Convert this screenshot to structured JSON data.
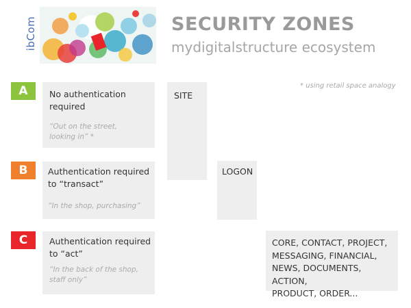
{
  "brand": {
    "text": "ibCom"
  },
  "header": {
    "title": "SECURITY ZONES",
    "subtitle": "mydigitalstructure ecosystem"
  },
  "note": "* using retail space analogy",
  "zones": [
    {
      "letter": "A",
      "line1": "No authentication",
      "line2": "required",
      "quote1": "“Out on the street,",
      "quote2": "looking in” *",
      "color": "#8dc43e"
    },
    {
      "letter": "B",
      "line1": "Authentication required",
      "line2": "to “transact”",
      "quote1": "“In the shop, purchasing”",
      "quote2": "",
      "color": "#f07f2e"
    },
    {
      "letter": "C",
      "line1": "Authentication required",
      "line2": "to “act”",
      "quote1": "“In the back of the shop,",
      "quote2": "staff only”",
      "color": "#e8252b"
    }
  ],
  "columns": {
    "site": "SITE",
    "logon": "LOGON",
    "core": [
      "CORE, CONTACT, PROJECT,",
      "MESSAGING, FINANCIAL,",
      "NEWS, DOCUMENTS, ACTION,",
      "PRODUCT, ORDER..."
    ]
  }
}
